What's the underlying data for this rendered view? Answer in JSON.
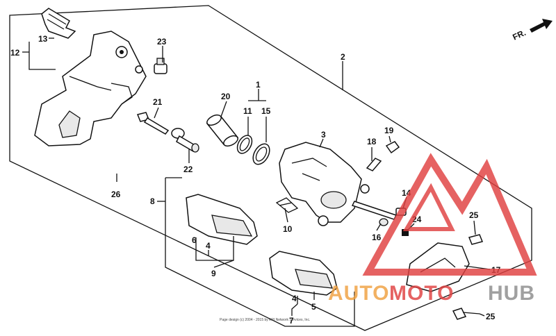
{
  "diagram": {
    "direction_label": "FR.",
    "callouts": [
      "1",
      "2",
      "3",
      "4",
      "5",
      "6",
      "7",
      "8",
      "9",
      "10",
      "11",
      "12",
      "13",
      "14",
      "15",
      "16",
      "17",
      "18",
      "19",
      "20",
      "21",
      "22",
      "23",
      "24",
      "25",
      "26"
    ],
    "callout_25b": "25",
    "callout_4b": "4",
    "copyright": "Page design (c) 2004 - 2015 by ARI Network Services, Inc."
  },
  "watermark": {
    "part1": "AUTO",
    "part2": "MOTO",
    "part3": "HUB",
    "colors": {
      "orange": "#f0a040",
      "red": "#e04040",
      "gray": "#8c8c8c"
    }
  }
}
